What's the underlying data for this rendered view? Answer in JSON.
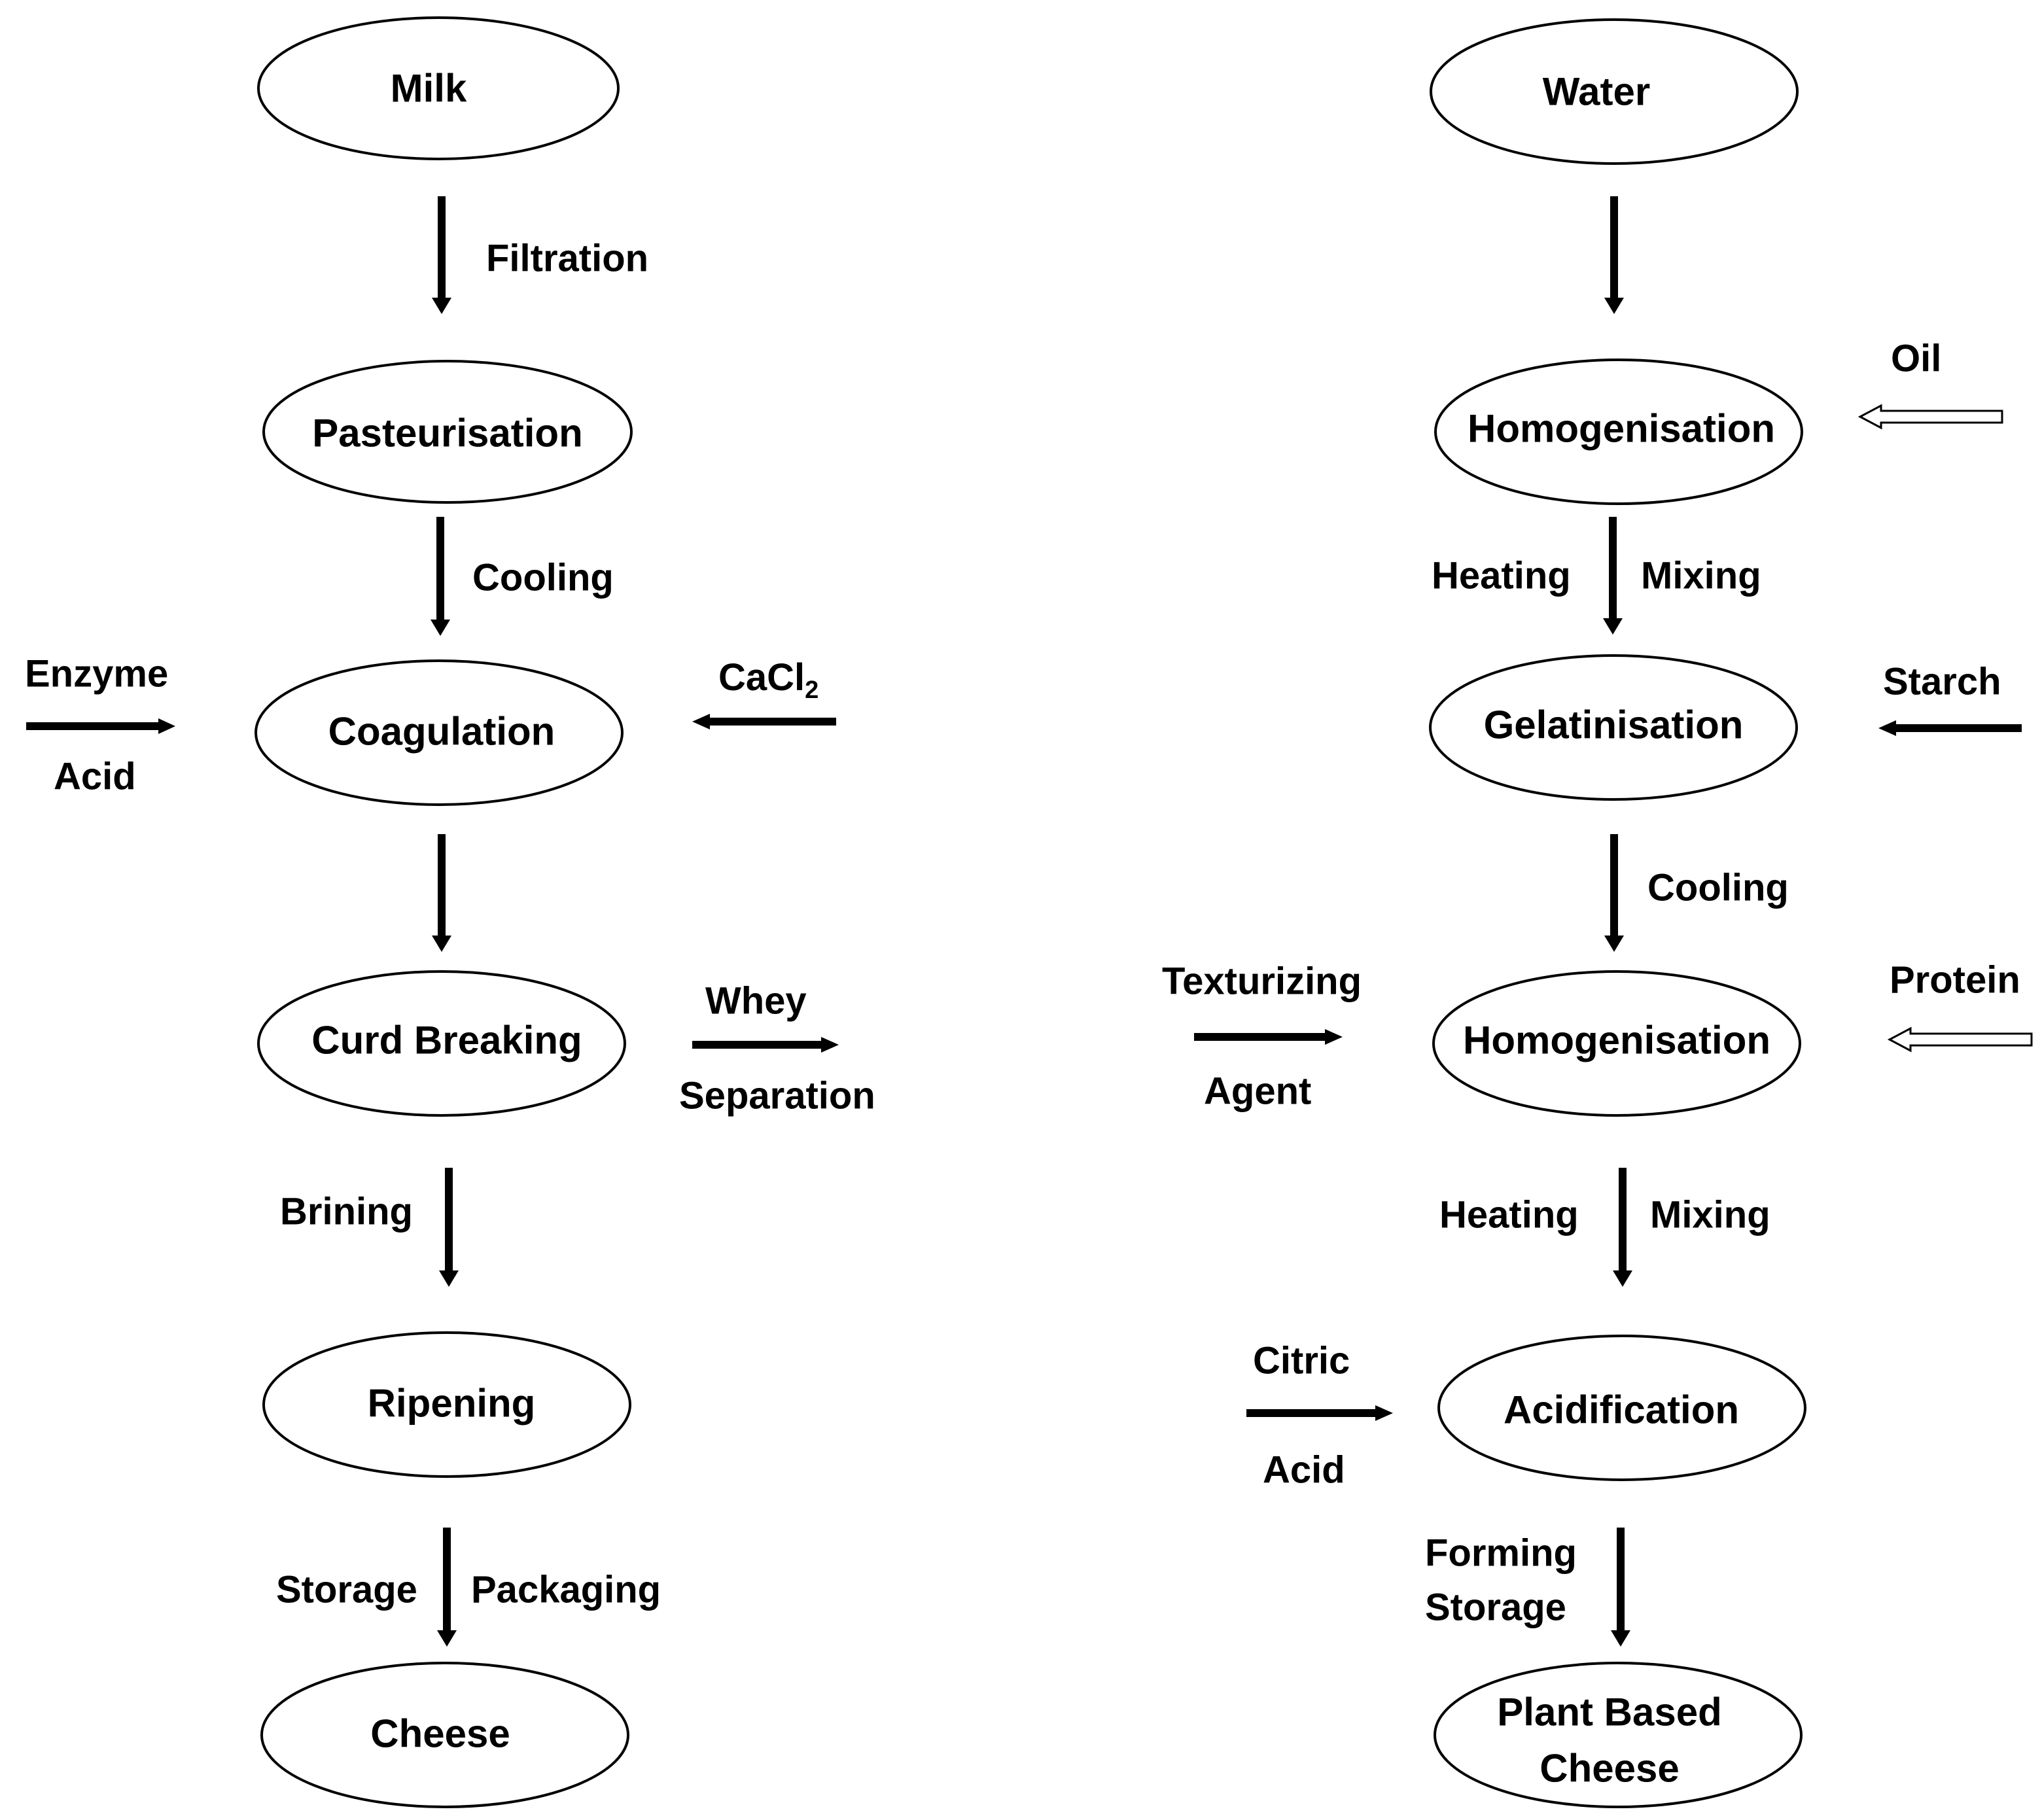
{
  "dairy": {
    "milk": "Milk",
    "pasteurisation": "Pasteurisation",
    "coagulation": "Coagulation",
    "curd_breaking": "Curd Breaking",
    "ripening": "Ripening",
    "cheese": "Cheese",
    "filtration": "Filtration",
    "cooling": "Cooling",
    "brining": "Brining",
    "storage": "Storage",
    "packaging": "Packaging",
    "enzyme": "Enzyme",
    "acid": "Acid",
    "cacl": "CaCl",
    "cacl_sub": "2",
    "whey": "Whey",
    "separation": "Separation"
  },
  "plant": {
    "water": "Water",
    "homogenisation_1": "Homogenisation",
    "gelatinisation": "Gelatinisation",
    "homogenisation_2": "Homogenisation",
    "acidification": "Acidification",
    "plant_based_line1": "Plant Based",
    "plant_based_line2": "Cheese",
    "oil": "Oil",
    "heating_1": "Heating",
    "mixing_1": "Mixing",
    "starch": "Starch",
    "cooling": "Cooling",
    "texturizing": "Texturizing",
    "agent": "Agent",
    "protein": "Protein",
    "heating_2": "Heating",
    "mixing_2": "Mixing",
    "citric": "Citric",
    "citric_acid": "Acid",
    "forming": "Forming",
    "storage": "Storage"
  }
}
